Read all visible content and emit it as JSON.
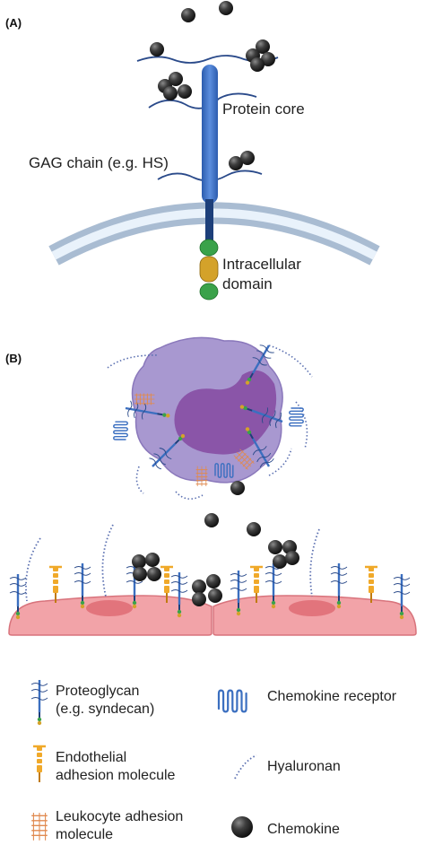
{
  "panel_a": {
    "tag": "(A)",
    "protein_core_label": "Protein core",
    "gag_chain_label": "GAG chain (e.g. HS)",
    "intracellular_label_line1": "Intracellular",
    "intracellular_label_line2": "domain"
  },
  "panel_b": {
    "tag": "(B)"
  },
  "legend": {
    "proteoglycan_line1": "Proteoglycan",
    "proteoglycan_line2": "(e.g. syndecan)",
    "chemokine_receptor": "Chemokine receptor",
    "endothelial_line1": "Endothelial",
    "endothelial_line2": "adhesion molecule",
    "hyaluronan": "Hyaluronan",
    "leukocyte_line1": "Leukocyte adhesion",
    "leukocyte_line2": "molecule",
    "chemokine": "Chemokine"
  },
  "colors": {
    "protein_core": "#3b6fc0",
    "gag_chain": "#2a4a8a",
    "membrane": "#b7c9de",
    "intracellular_green": "#3aa24a",
    "intracellular_gold": "#d4a22a",
    "chemokine": "#3a3a3a",
    "leukocyte": "#a898d0",
    "nucleus": "#8a55a8",
    "endothelium": "#f2a3a8",
    "endothelium_nucleus": "#e2747c",
    "endothelial_adhesion": "#f0a92a",
    "leukocyte_adhesion": "#e08a50"
  }
}
